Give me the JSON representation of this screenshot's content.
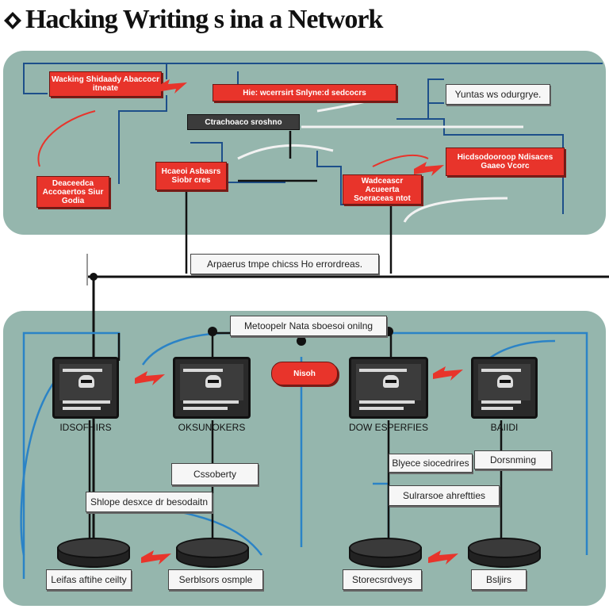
{
  "title": "Hacking Writing s ina a Network",
  "top_panel": {
    "red_boxes": [
      {
        "text": "Wacking Shidaady Abaccocr itneate"
      },
      {
        "text": "Hie: wcerrsirt Snlyne:d sedcocrs"
      },
      {
        "text": "Deaceedca Accoaertos Siur Godia"
      },
      {
        "text": "Hcaeoi Asbasrs Siobr cres"
      },
      {
        "text": "Wadceascr Acueerta Soeraceas ntot"
      },
      {
        "text": "Hicdsodooroop Ndisaces Gaaeo Vcorc"
      }
    ],
    "dark_bar": "Ctrachoaco sroshno",
    "label": "Yuntas ws odurgrye."
  },
  "connector_label": "Arpaerus tmpe chicss Ho errordreas.",
  "bottom_panel": {
    "top_label": "Metoopelr Nata sboesoi onilng",
    "devices": [
      {
        "label": "IDSOFHIRS"
      },
      {
        "label": "OKSUNOKERS"
      },
      {
        "label": "DOW ESPERFIES"
      },
      {
        "label": "BAIIDI"
      }
    ],
    "center_badge": "Nisoh",
    "mid_labels": [
      {
        "text": "Cssoberty"
      },
      {
        "text": "Shlope desxce dr besodaitn"
      },
      {
        "text": "Blyece siocedrires"
      },
      {
        "text": "Dorsnming"
      },
      {
        "text": "Sulrarsoe ahreftties"
      }
    ],
    "disk_labels": [
      {
        "text": "Leifas aftihe ceilty"
      },
      {
        "text": "Serblsors osmple"
      },
      {
        "text": "Storecsrdveys"
      },
      {
        "text": "Bsljirs"
      }
    ]
  },
  "colors": {
    "accent": "#e8342b",
    "panel": "#95b6ad",
    "wire_blue": "#2b6cb0",
    "wire_dark": "#111111"
  }
}
